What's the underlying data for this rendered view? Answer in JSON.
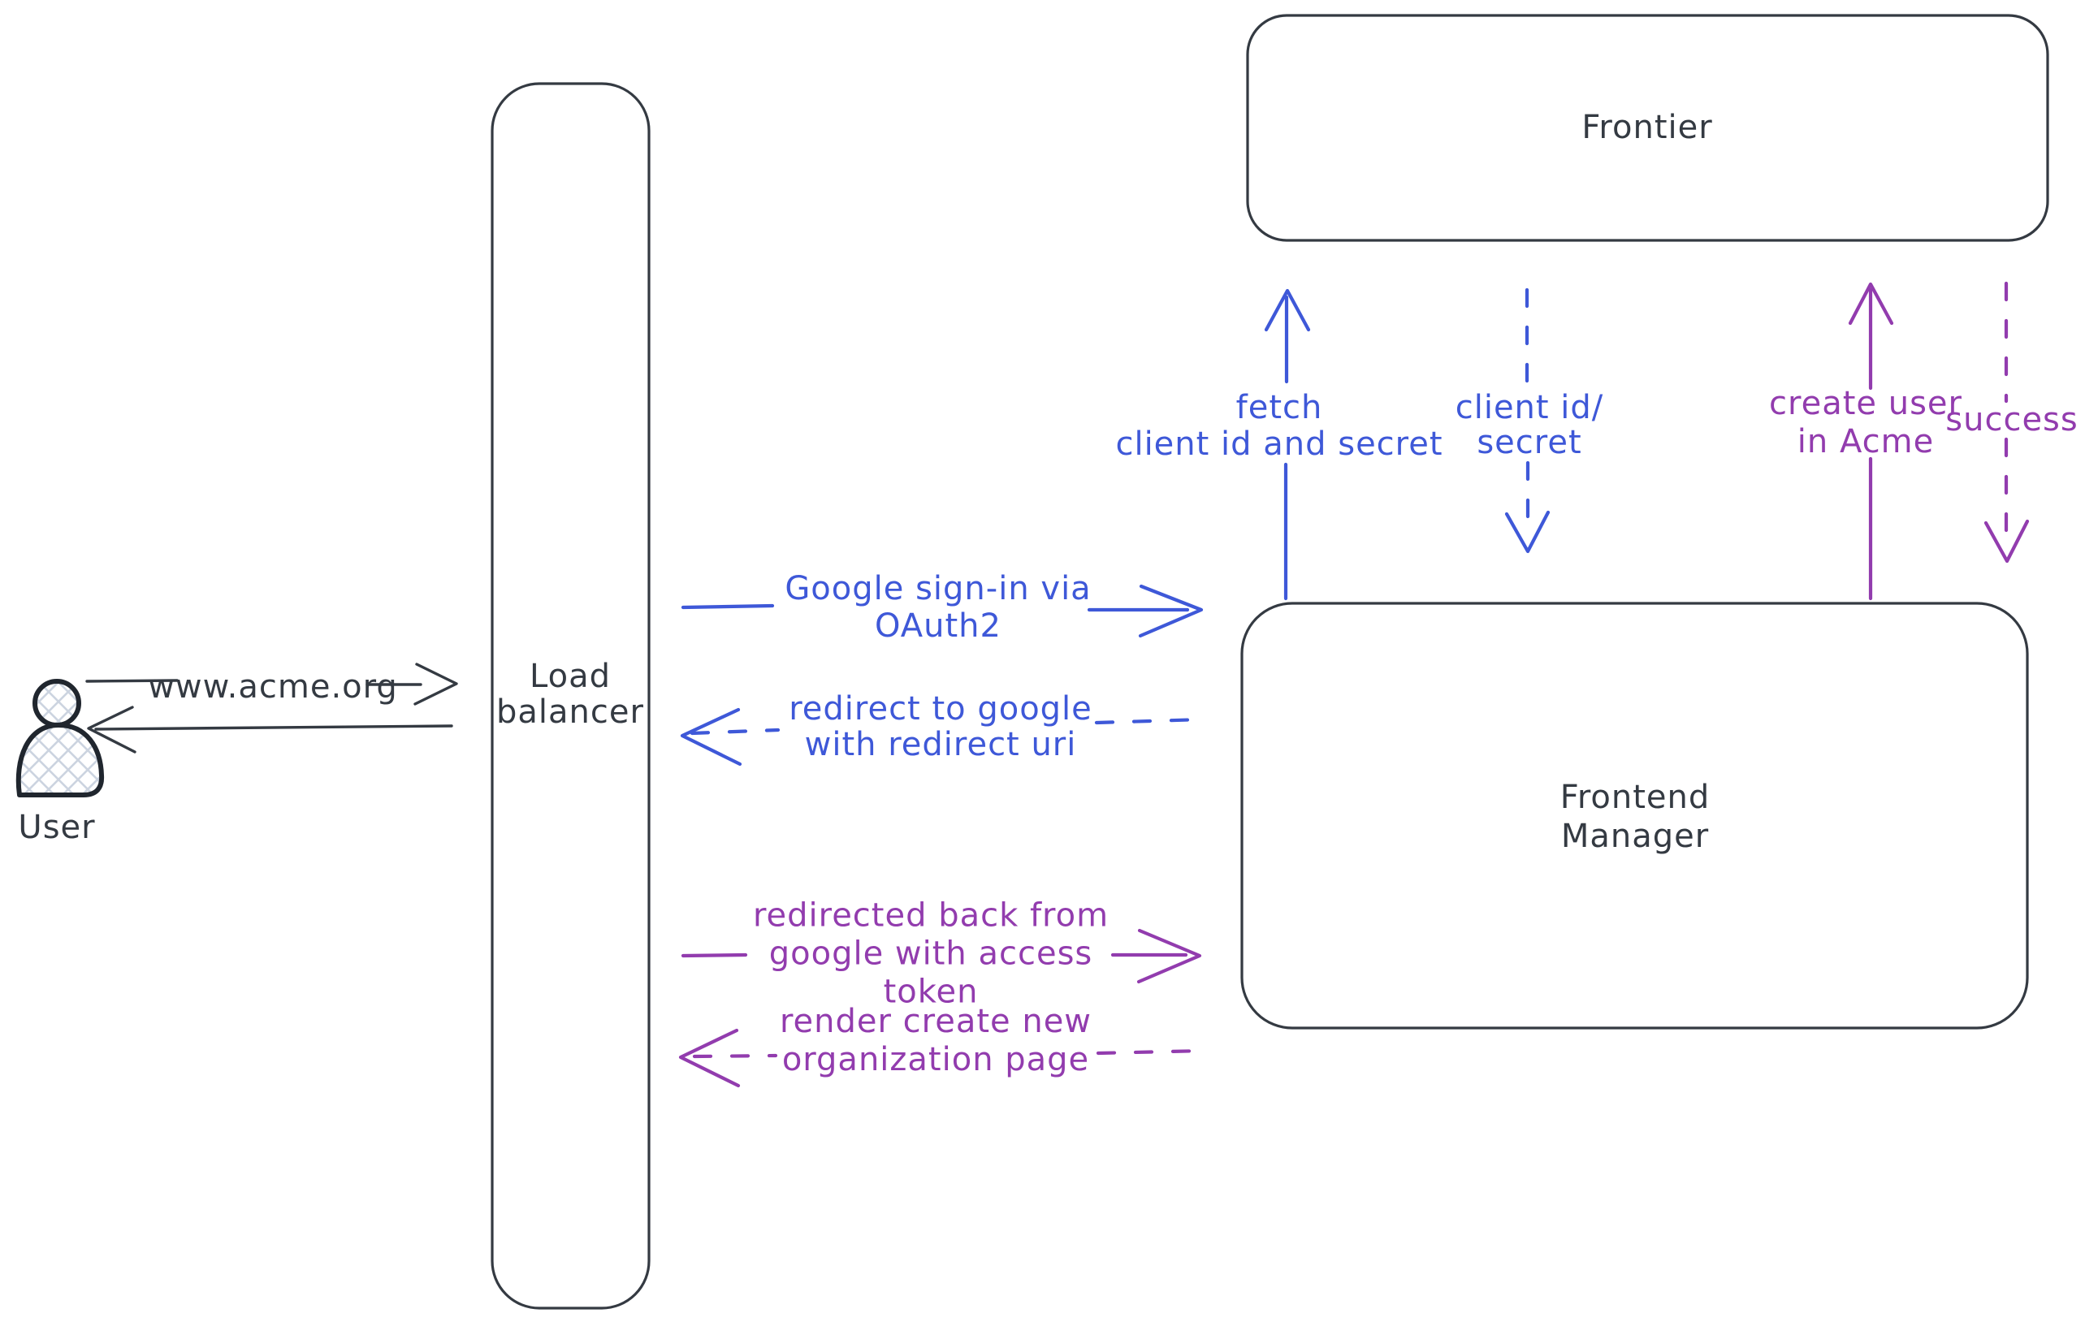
{
  "colors": {
    "stroke": "#343a42",
    "blue": "#3e58d8",
    "purple": "#923cae",
    "hatch": "#ccd4e0",
    "person": "#20262e"
  },
  "icons": {
    "user_figure": "person-silhouette"
  },
  "nodes": {
    "user": {
      "label": "User"
    },
    "load_balancer": {
      "line1": "Load",
      "line2": "balancer"
    },
    "frontier": {
      "label": "Frontier"
    },
    "frontend_manager": {
      "line1": "Frontend",
      "line2": "Manager"
    }
  },
  "edges": {
    "www_acme": {
      "label": "www.acme.org"
    },
    "google_signin": {
      "line1": "Google sign-in via",
      "line2": "OAuth2"
    },
    "redirect_google": {
      "line1": "redirect to google",
      "line2": "with redirect uri"
    },
    "fetch_secret": {
      "line1": "fetch",
      "line2": "client id and secret"
    },
    "client_id_secret": {
      "line1": "client id/",
      "line2": "secret"
    },
    "create_user": {
      "line1": "create user",
      "line2": "in Acme"
    },
    "success": {
      "label": "success"
    },
    "redirected_back": {
      "line1": "redirected back from",
      "line2": "google with access",
      "line3": "token"
    },
    "render_org": {
      "line1": "render create new",
      "line2": "organization page"
    }
  }
}
